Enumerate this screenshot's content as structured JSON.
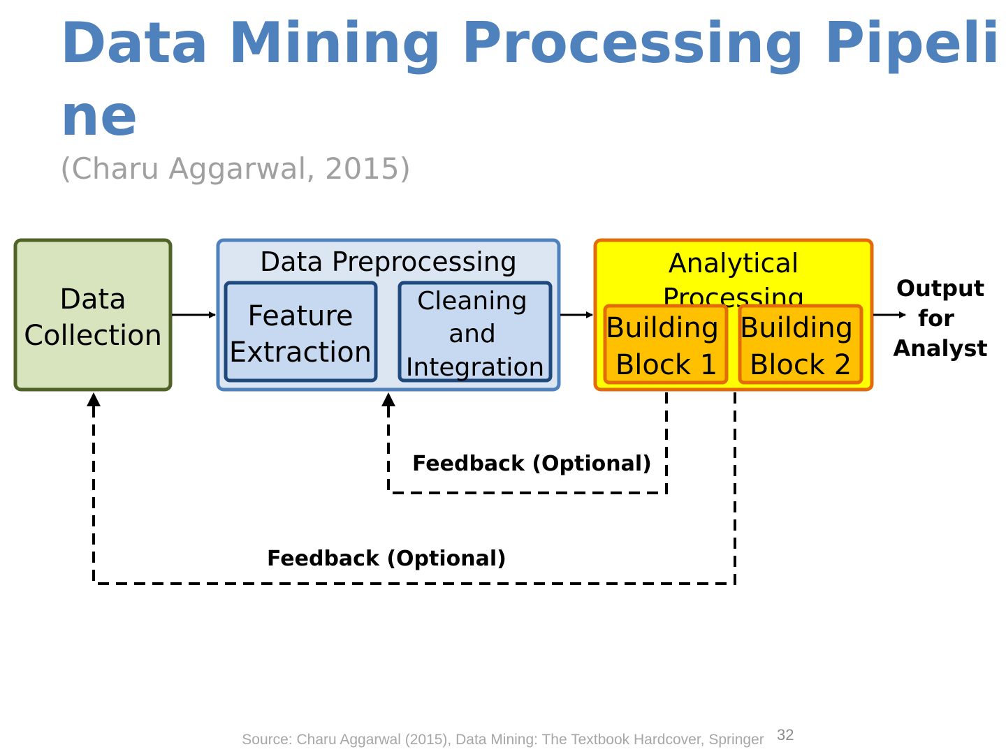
{
  "slide": {
    "title_line1": "Data Mining Processing Pipeli",
    "title_line2": "ne",
    "subtitle": "(Charu Aggarwal, 2015)",
    "footer_source": "Source: Charu Aggarwal (2015), Data Mining: The Textbook Hardcover, Springer",
    "page_number": "32"
  },
  "diagram": {
    "data_collection": {
      "line1": "Data",
      "line2": "Collection"
    },
    "preprocessing": {
      "label": "Data Preprocessing",
      "feature_extraction": {
        "line1": "Feature",
        "line2": "Extraction"
      },
      "cleaning": {
        "line1": "Cleaning",
        "line2": "and",
        "line3": "Integration"
      }
    },
    "analytical": {
      "line1": "Analytical",
      "line2": "Processing",
      "block1": {
        "line1": "Building",
        "line2": "Block 1"
      },
      "block2": {
        "line1": "Building",
        "line2": "Block 2"
      }
    },
    "output": {
      "line1": "Output",
      "line2": "for",
      "line3": "Analyst"
    },
    "feedback_inner": "Feedback (Optional)",
    "feedback_outer": "Feedback (Optional)"
  },
  "colors": {
    "title": "#4f81bd",
    "subtitle": "#a0a0a0",
    "collection_fill": "#d7e4bd",
    "collection_border": "#4f6228",
    "preprocessing_fill": "#dce6f2",
    "preprocessing_border": "#4f81bd",
    "inner_box_fill": "#c6d9f1",
    "inner_box_border": "#1f497d",
    "analytical_fill": "#ffff00",
    "analytical_border": "#e36c09",
    "block_fill": "#ffc000"
  }
}
